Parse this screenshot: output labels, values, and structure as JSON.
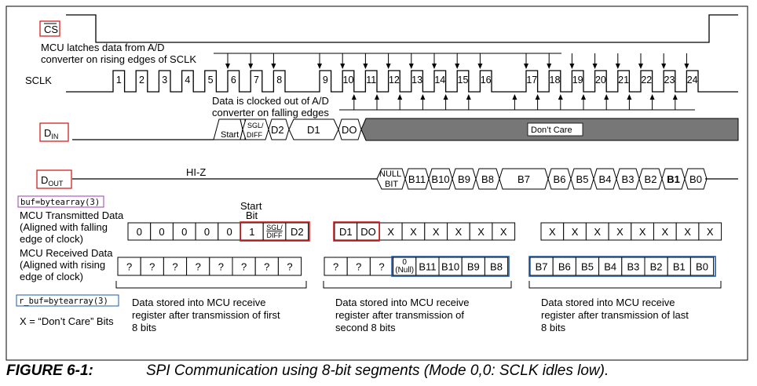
{
  "signals": {
    "cs": "CS",
    "sclk": "SCLK",
    "din": {
      "main": "D",
      "sub": "IN"
    },
    "dout": {
      "main": "D",
      "sub": "OUT"
    }
  },
  "annotations": {
    "latch_line1": "MCU latches data from A/D",
    "latch_line2": "converter on rising edges of SCLK",
    "clocked_line1": "Data is clocked out of A/D",
    "clocked_line2": "converter on falling edges",
    "hiz": "HI-Z",
    "start_bit_line1": "Start",
    "start_bit_line2": "Bit"
  },
  "clock_numbers": [
    "1",
    "2",
    "3",
    "4",
    "5",
    "6",
    "7",
    "8",
    "9",
    "10",
    "11",
    "12",
    "13",
    "14",
    "15",
    "16",
    "17",
    "18",
    "19",
    "20",
    "21",
    "22",
    "23",
    "24"
  ],
  "din_cells": {
    "start": "Start",
    "sgl_top": "SGL/",
    "sgl_bottom": "DIFF",
    "d2": "D2",
    "d1": "D1",
    "d0": "DO",
    "dont_care": "Don’t Care"
  },
  "dout_cells": {
    "null_top": "NULL",
    "null_bottom": "BIT",
    "bits": [
      "B11",
      "B10",
      "B9",
      "B8",
      "B7",
      "B6",
      "B5",
      "B4",
      "B3",
      "B2",
      "B1",
      "B0"
    ]
  },
  "code": {
    "buf": "buf=bytearray(3)",
    "r_buf": "r_buf=bytearray(3)"
  },
  "mcu_tx": {
    "label": [
      "MCU Transmitted Data",
      "(Aligned with falling",
      "edge of clock)"
    ],
    "group1": [
      "0",
      "0",
      "0",
      "0",
      "0",
      "1",
      "SGL/DIFF",
      "D2"
    ],
    "group2": [
      "D1",
      "DO",
      "X",
      "X",
      "X",
      "X",
      "X",
      "X"
    ],
    "group3": [
      "X",
      "X",
      "X",
      "X",
      "X",
      "X",
      "X",
      "X"
    ]
  },
  "mcu_rx": {
    "label": [
      "MCU Received Data",
      "(Aligned with rising",
      "edge of clock)"
    ],
    "group1": [
      "?",
      "?",
      "?",
      "?",
      "?",
      "?",
      "?",
      "?"
    ],
    "group2": [
      "?",
      "?",
      "?",
      "0 (Null)",
      "B11",
      "B10",
      "B9",
      "B8"
    ],
    "group3": [
      "B7",
      "B6",
      "B5",
      "B4",
      "B3",
      "B2",
      "B1",
      "B0"
    ]
  },
  "notes": {
    "dont_care": "X = “Don’t Care” Bits",
    "stored1": [
      "Data  stored  into  MCU  receive",
      "register after transmission of first",
      "8 bits"
    ],
    "stored2": [
      "Data  stored  into  MCU  receive",
      "register   after   transmission   of",
      "second 8 bits"
    ],
    "stored3": [
      "Data  stored  into  MCU  receive",
      "register after transmission of last",
      "8 bits"
    ]
  },
  "caption": {
    "number": "FIGURE 6-1:",
    "text": "SPI Communication using 8-bit segments (Mode 0,0: SCLK idles low)."
  },
  "colors": {
    "red_box": "#d42020",
    "blue_box": "#1f5aa8",
    "purple_box": "#9b3fb5",
    "dont_care_fill": "#777777"
  }
}
